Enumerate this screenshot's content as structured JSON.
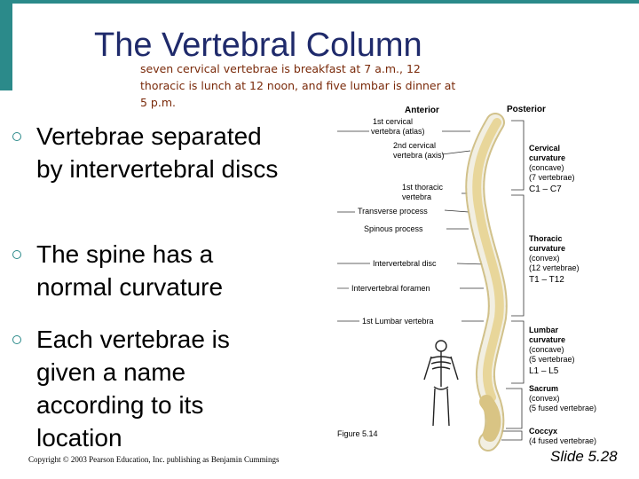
{
  "title": "The Vertebral Column",
  "subtitle": "seven cervical vertebrae is breakfast at 7 a.m., 12 thoracic is lunch at 12 noon, and five lumbar is dinner at 5 p.m.",
  "bullets": [
    {
      "text": "Vertebrae separated by intervertebral discs"
    },
    {
      "text": "The spine has a normal curvature"
    },
    {
      "text": "Each vertebrae is given a name according to its location"
    }
  ],
  "copyright": "Copyright © 2003 Pearson Education, Inc. publishing as Benjamin Cummings",
  "slide_number": "Slide 5.28",
  "figure": {
    "caption": "Figure 5.14",
    "heading_anterior": "Anterior",
    "heading_posterior": "Posterior",
    "left_labels": [
      "1st cervical",
      "vertebra (atlas)",
      "2nd cervical",
      "vertebra (axis)",
      "1st thoracic",
      "vertebra",
      "Transverse process",
      "Spinous process",
      "Intervertebral disc",
      "Intervertebral foramen",
      "1st Lumbar vertebra"
    ],
    "cervical": {
      "title1": "Cervical",
      "title2": "curvature",
      "line1": "(concave)",
      "line2": "(7 vertebrae)",
      "range": "C1 – C7"
    },
    "thoracic": {
      "title1": "Thoracic",
      "title2": "curvature",
      "line1": "(convex)",
      "line2": "(12 vertebrae)",
      "range": "T1 – T12"
    },
    "lumbar": {
      "title1": "Lumbar",
      "title2": "curvature",
      "line1": "(concave)",
      "line2": "(5 vertebrae)",
      "range": "L1 – L5"
    },
    "sacrum": {
      "title": "Sacrum",
      "line1": "(convex)",
      "line2": "(5 fused vertebrae)"
    },
    "coccyx": {
      "title": "Coccyx",
      "line1": "(4 fused vertebrae)"
    }
  },
  "colors": {
    "accent": "#2b8a8a",
    "title": "#1f2a6b",
    "subtitle": "#7a2a0a",
    "bone": "#e8d69a",
    "disc": "#f2efe2"
  }
}
